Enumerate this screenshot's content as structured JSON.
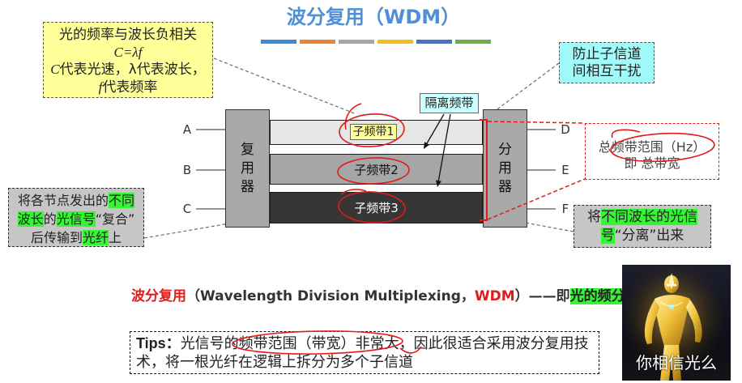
{
  "title": "波分复用（WDM）",
  "accent_bar_colors": [
    "#3e8ad4",
    "#e8833a",
    "#a6a6a6",
    "#f1c21b",
    "#4472c4",
    "#6db04a"
  ],
  "colors": {
    "title": "#4f8fd6",
    "red": "#e01b1b",
    "highlight_green": "#35f535",
    "note_yellow": "#ffff99",
    "note_cyan": "#a0fafa",
    "guard_cyan": "#ccffff",
    "note_gray": "#c6c6c6",
    "device_gray": "#a9a9a9",
    "band1": "#e6e6e6",
    "band2": "#a6a6a6",
    "band3": "#363636"
  },
  "formula_note": {
    "line1": "光的频率与波长负相关",
    "equation": "C=λf",
    "speed_symbol": "C",
    "speed_text": "代表光速，λ代表波长，",
    "freq_symbol": "f",
    "freq_text": "代表频率"
  },
  "interference_note": {
    "line1": "防止子信道",
    "line2": "间相互干扰"
  },
  "guard_band_label": "隔离频带",
  "multiplexer_chars": [
    "复",
    "用",
    "器"
  ],
  "demultiplexer_chars": [
    "分",
    "用",
    "器"
  ],
  "sub_bands": [
    "子频带1",
    "子频带2",
    "子频带3"
  ],
  "input_labels": [
    "A",
    "B",
    "C"
  ],
  "output_labels": [
    "D",
    "E",
    "F"
  ],
  "total_band_note": {
    "line1": "总频带范围（Hz）",
    "line2": "即 总带宽"
  },
  "mux_note": {
    "lines": [
      [
        "将各节点发出的",
        "不同"
      ],
      [
        "波长",
        "的",
        "光信号",
        "“复合”"
      ],
      [
        "后传输到",
        "光纤",
        "上"
      ]
    ]
  },
  "demux_note": {
    "lines": [
      [
        "将",
        "不同波长的光信"
      ],
      [
        "号",
        "“分离”出来"
      ]
    ]
  },
  "definition": {
    "term": "波分复用",
    "english": "（Wavelength Division Multiplexing，",
    "abbr": "WDM",
    "connector": "）——即",
    "meaning": "光的频分复用"
  },
  "tips": {
    "label": "Tips：",
    "line1": "光信号的频带范围（带宽）非常大，因此很适合采用波分复用技",
    "line2": "术，将一根光纤在逻辑上拆分为多个子信道"
  },
  "meme": {
    "caption": "你相信光么"
  }
}
